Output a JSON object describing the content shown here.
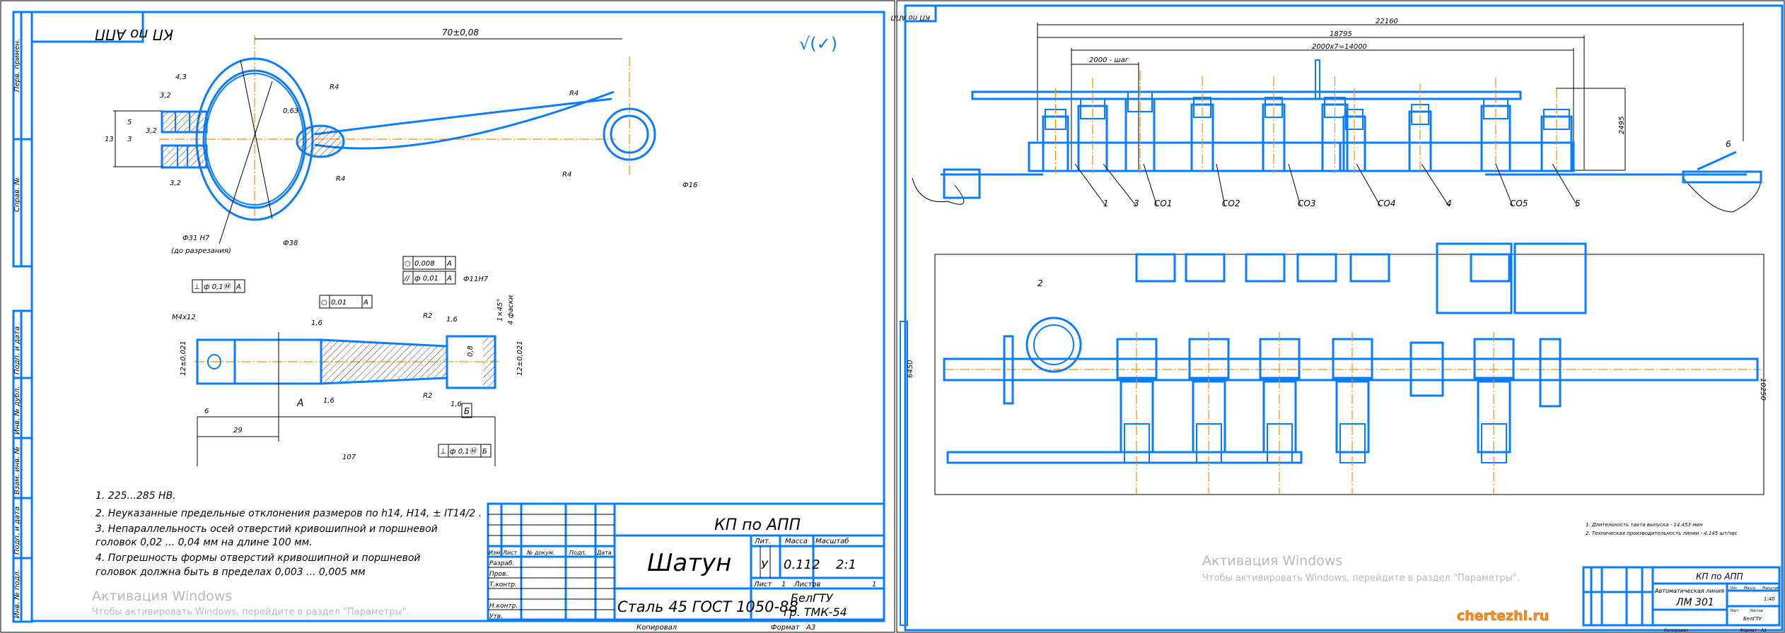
{
  "left_sheet": {
    "mirrored_title": "КП по АПП",
    "margin_labels": [
      "Перв. примен.",
      "Справ. №",
      "Подп. и дата",
      "Инв. № дубл.",
      "Взам. инв. №",
      "Подп. и дата",
      "Инв. № подл."
    ],
    "roughness_symbol": "√(✓)",
    "dims": {
      "center_distance": "70±0,08",
      "d43": "4,3",
      "r32a": "3,2",
      "r32b": "3,2",
      "r32c": "3,2",
      "d5": "5",
      "d3": "3",
      "d13": "13",
      "r4a": "R4",
      "r4b": "R4",
      "r4c": "R4",
      "r4d": "R4",
      "rough063": "0,63",
      "bore_big": "Ф31 H7",
      "bore_big_note": "(до разрезания)",
      "outer_big": "Ф38",
      "small_bore": "Ф16",
      "thread": "M4x12",
      "w_left": "12±0,021",
      "w_right": "12±0,021",
      "d6": "6",
      "d29": "29",
      "d107": "107",
      "bore_small": "Ф11H7",
      "chamfer": "1×45°",
      "chamfer_note": "4 фаски",
      "r2a": "R2",
      "r2b": "R2",
      "rough16a": "1,6",
      "rough16b": "1,6",
      "rough16c": "1,6",
      "rough16d": "1,6",
      "rough08": "0,8",
      "datum_a": "A",
      "datum_b": "Б"
    },
    "tolerances": {
      "perp_a": [
        "⊥",
        "ф 0,1Ⓜ",
        "A"
      ],
      "round_a": [
        "○",
        "0,01",
        "A"
      ],
      "round_b": [
        "○",
        "0,008",
        "A"
      ],
      "par_a": [
        "//",
        "ф 0,01",
        "A"
      ],
      "perp_b": [
        "⊥",
        "ф 0,1Ⓜ",
        "Б"
      ]
    },
    "notes": [
      "1. 225...285 HB.",
      "2. Неуказанные предельные отклонения размеров по h14, H14, ± IT14/2 .",
      "3. Непараллельность осей отверстий кривошипной и поршневой",
      "головок 0,02 ... 0,04 мм на длине 100 мм.",
      "4. Погрешность формы отверстий кривошипной и поршневой",
      "головок должна быть в пределах 0,003 ... 0,005 мм"
    ],
    "stamp": {
      "headers": [
        "Изм.",
        "Лист",
        "№ докум.",
        "Подп.",
        "Дата"
      ],
      "roles": [
        "Разраб.",
        "Пров.",
        "Т.контр.",
        "Н.контр.",
        "Утв."
      ],
      "project": "КП по АПП",
      "part_name": "Шатун",
      "material": "Сталь 45 ГОСТ 1050-88",
      "lit_label": "Лит.",
      "mass_label": "Масса",
      "scale_label": "Масштаб",
      "lit": "У",
      "mass": "0.112",
      "scale": "2:1",
      "sheet_label": "Лист",
      "sheet": "1",
      "sheets_label": "Листов",
      "sheets": "1",
      "org": "БелГТУ",
      "group": "гр. ТМК-54",
      "copied": "Копировал",
      "format_label": "Формат",
      "format": "А3"
    }
  },
  "right_sheet": {
    "mirrored_title": "КП по АПП",
    "dims": {
      "total": "22160",
      "length2": "18795",
      "pitch_total": "2000х7=14000",
      "pitch": "2000 - шаг",
      "height": "2495",
      "plan_left": "6450",
      "plan_right": "10250"
    },
    "position_labels": [
      "1",
      "3",
      "СО1",
      "СО2",
      "СО3",
      "СО4",
      "4",
      "СО5",
      "5"
    ],
    "label_6": "6",
    "label_2": "2",
    "notes": [
      "1. Длительность такта выпуска - 14.453 мин",
      "2. Техническая производительность линии - 4.145 шт/час"
    ],
    "stamp": {
      "project": "КП по АПП",
      "name_line1": "Автоматическая линия",
      "name_line2": "ЛМ 301",
      "lit_label": "Лит.",
      "mass_label": "Масса",
      "scale_label": "Масштаб",
      "scale": "1:40",
      "sheet_label": "Лист",
      "sheets_label": "Листов",
      "org": "БелГТУ",
      "copied": "Копировал",
      "format_label": "Формат",
      "format": "А1"
    },
    "site_watermark": "chertezhi.ru"
  },
  "os_watermark": {
    "title": "Активация Windows",
    "subtitle": "Чтобы активировать Windows, перейдите в раздел \"Параметры\"."
  },
  "colors": {
    "line": "#0a7cff",
    "axis": "#ff8c00"
  }
}
